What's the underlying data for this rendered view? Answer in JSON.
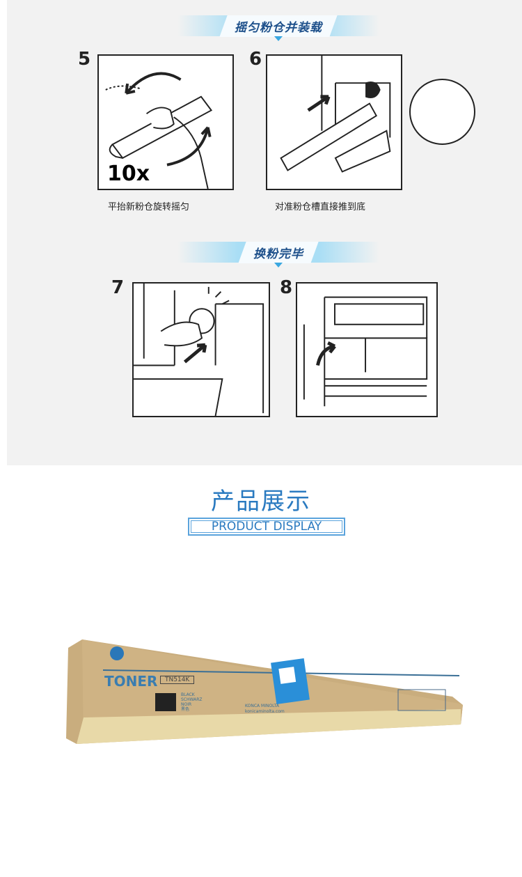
{
  "section1": {
    "title": "摇匀粉仓并装载"
  },
  "steps_top": [
    {
      "number": "5",
      "caption": "平抬新粉仓旋转摇匀",
      "label": "10x"
    },
    {
      "number": "6",
      "caption": "对准粉仓槽直接推到底"
    }
  ],
  "section2": {
    "title": "换粉完毕"
  },
  "steps_bottom": [
    {
      "number": "7"
    },
    {
      "number": "8"
    }
  ],
  "product": {
    "title": "产品展示",
    "subtitle": "PRODUCT DISPLAY",
    "box": {
      "brand_text": "TONER",
      "model": "TN514K",
      "colors": [
        "BLACK",
        "SCHWARZ",
        "NOIR",
        "黑色"
      ],
      "maker": "KONCA MINOLTA",
      "site": "konicaminolta.com"
    }
  }
}
